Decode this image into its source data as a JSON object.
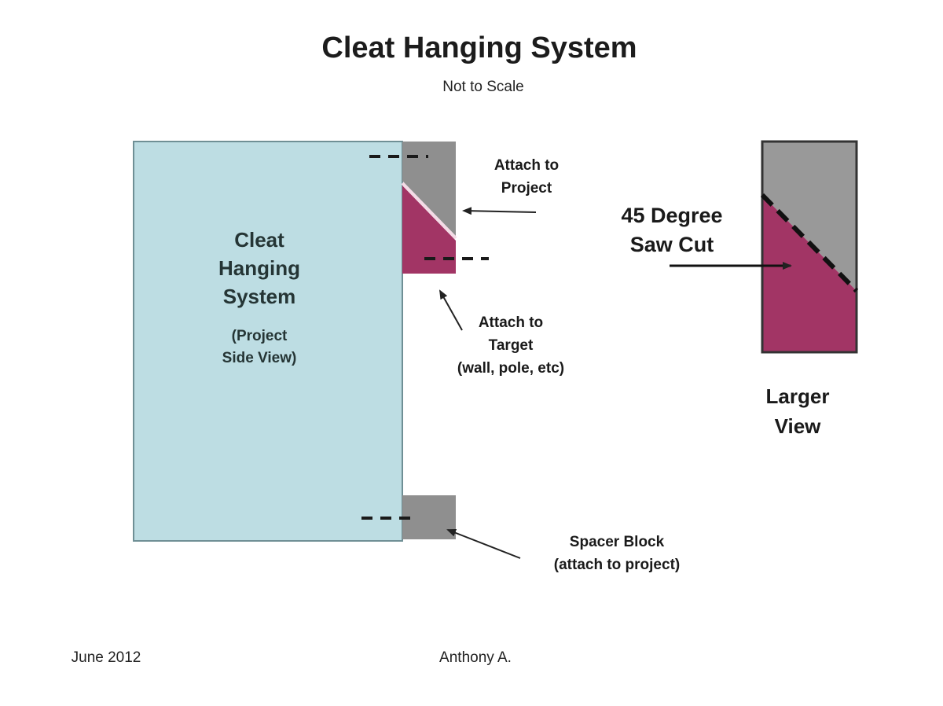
{
  "title": "Cleat Hanging System",
  "subtitle": "Not to Scale",
  "project_panel": {
    "label_lines": [
      "Cleat",
      "Hanging",
      "System"
    ],
    "sub_lines": [
      "(Project",
      "Side View)"
    ]
  },
  "callouts": {
    "attach_project": [
      "Attach to",
      "Project"
    ],
    "attach_target": [
      "Attach to",
      "Target",
      "(wall, pole, etc)"
    ],
    "spacer_block": [
      "Spacer Block",
      "(attach to project)"
    ],
    "saw_cut": [
      "45 Degree",
      "Saw Cut"
    ],
    "larger_view": [
      "Larger",
      "View"
    ]
  },
  "footer": {
    "date": "June 2012",
    "author": "Anthony A."
  },
  "colors": {
    "project_panel": "#bddde3",
    "cleat_gray": "#8f8f8f",
    "cleat_magenta": "#a23565",
    "outline": "#444444"
  }
}
